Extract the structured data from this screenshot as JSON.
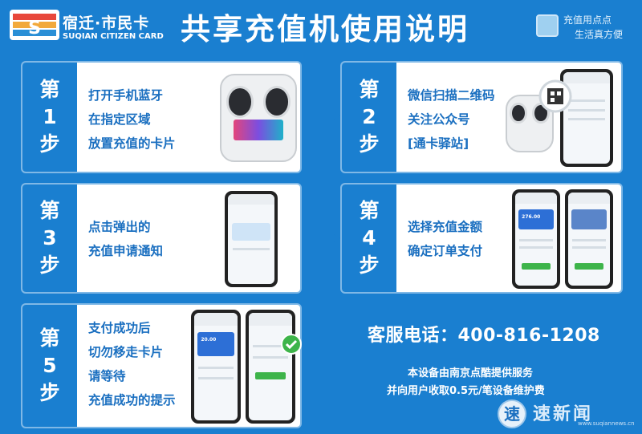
{
  "header": {
    "logo_cn": "宿迁·市民卡",
    "logo_en": "SUQIAN CITIZEN CARD",
    "title": "共享充值机使用说明",
    "slogan_line1": "充值用点点",
    "slogan_line2": "生活真方便"
  },
  "steps": [
    {
      "char1": "第",
      "num": "1",
      "char2": "步",
      "lines": [
        "打开手机蓝牙",
        "在指定区域",
        "放置充值的卡片"
      ]
    },
    {
      "char1": "第",
      "num": "2",
      "char2": "步",
      "lines": [
        "微信扫描二维码",
        "关注公众号",
        "[通卡驿站]"
      ]
    },
    {
      "char1": "第",
      "num": "3",
      "char2": "步",
      "lines": [
        "点击弹出的",
        "充值申请通知"
      ]
    },
    {
      "char1": "第",
      "num": "4",
      "char2": "步",
      "lines": [
        "选择充值金额",
        "确定订单支付"
      ]
    },
    {
      "char1": "第",
      "num": "5",
      "char2": "步",
      "lines": [
        "支付成功后",
        "切勿移走卡片",
        "请等待",
        "充值成功的提示"
      ]
    }
  ],
  "phone_screens": {
    "step4_amount": "276.00",
    "step5_amount": "20.00"
  },
  "service": {
    "hotline": "客服电话：400-816-1208",
    "note1": "本设备由南京点酷提供服务",
    "note2": "并向用户收取0.5元/笔设备维护费"
  },
  "watermark": {
    "icon_char": "速",
    "text": "速新闻",
    "url": "www.suqiannews.cn"
  },
  "colors": {
    "background": "#1a7fd0",
    "step_badge": "#1a7fd0",
    "step_text": "#1a6fc0",
    "panel": "#ffffff"
  }
}
